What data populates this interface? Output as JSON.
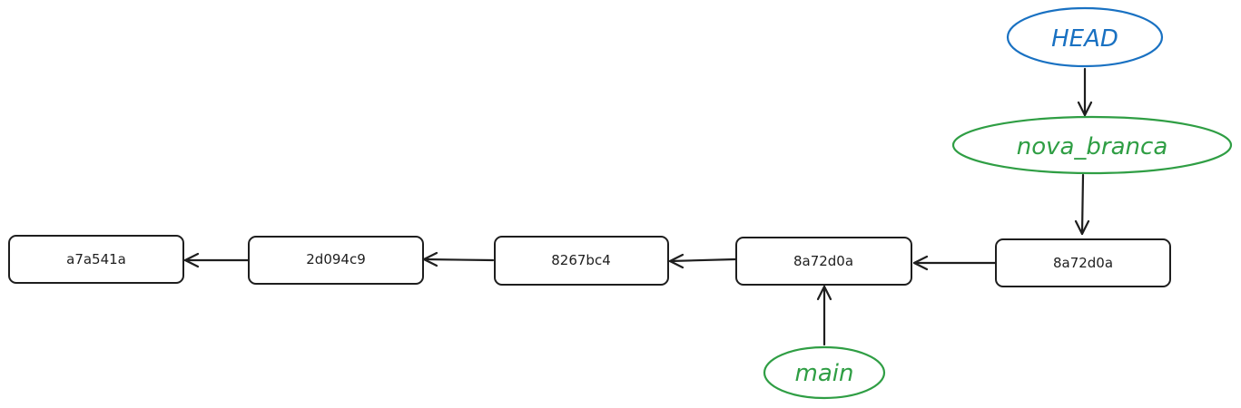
{
  "commits": [
    {
      "id": "c1",
      "label": "a7a541a"
    },
    {
      "id": "c2",
      "label": "2d094c9"
    },
    {
      "id": "c3",
      "label": "8267bc4"
    },
    {
      "id": "c4",
      "label": "8a72d0a"
    },
    {
      "id": "c5",
      "label": "8a72d0a"
    }
  ],
  "refs": {
    "head": {
      "label": "HEAD",
      "color": "#1971c2"
    },
    "branch": {
      "label": "nova_branca",
      "color": "#2f9e44"
    },
    "main": {
      "label": "main",
      "color": "#2f9e44"
    }
  },
  "colors": {
    "stroke": "#1e1e1e",
    "background": "#ffffff"
  }
}
